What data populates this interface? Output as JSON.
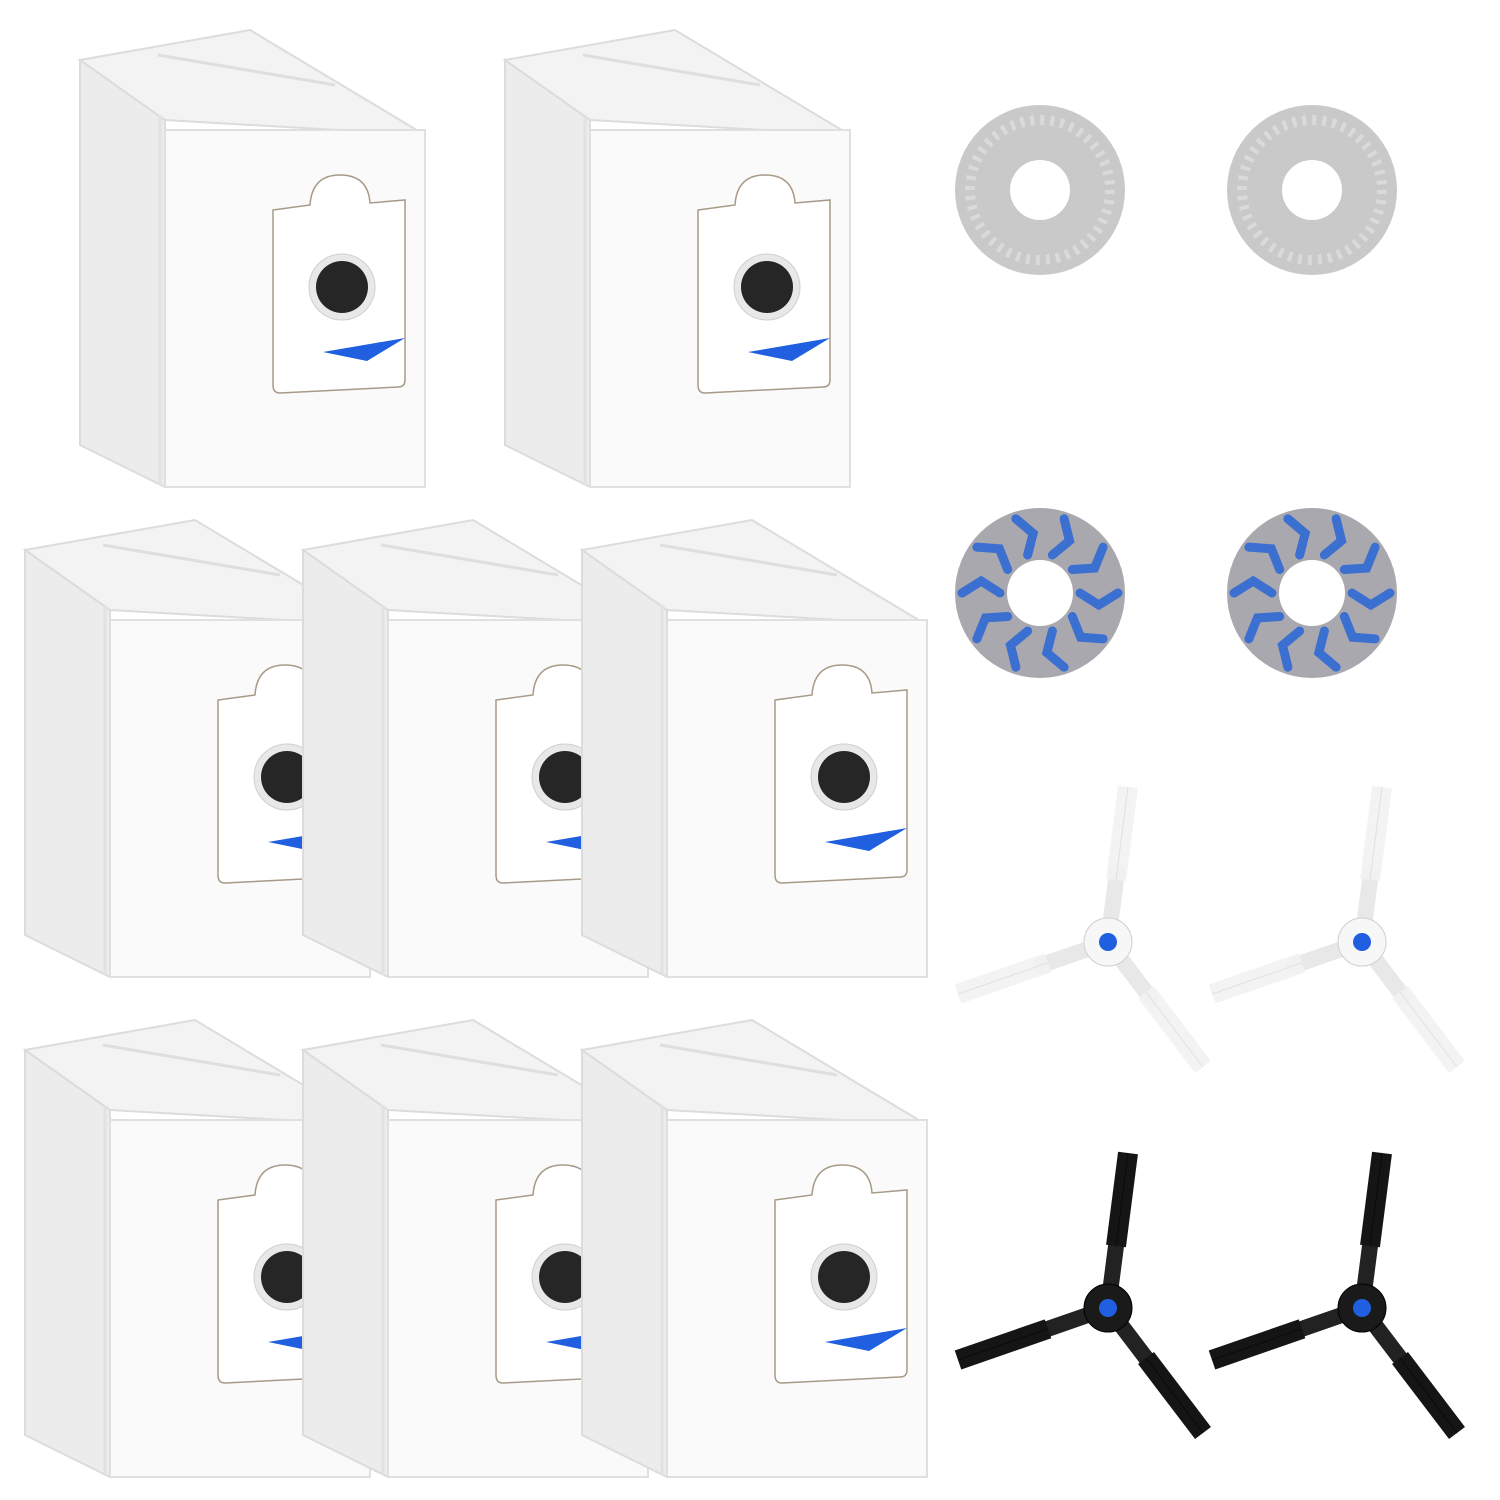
{
  "colors": {
    "background": "#ffffff",
    "bag_white": "#fafafa",
    "bag_side": "#ececec",
    "filter_dark": "#262626",
    "accent_blue": "#1f5fe0",
    "mop_gray": "#c9c9c9",
    "mop_blue": "#3b6fd0",
    "brush_black": "#151515",
    "brush_white": "#f2f2f2"
  },
  "items": {
    "dust_bags": "dust-bag",
    "gray_mop_pads": "mop-pad-gray",
    "blue_mop_pads": "mop-pad-blue",
    "white_side_brushes": "side-brush-white",
    "black_side_brushes": "side-brush-black"
  }
}
